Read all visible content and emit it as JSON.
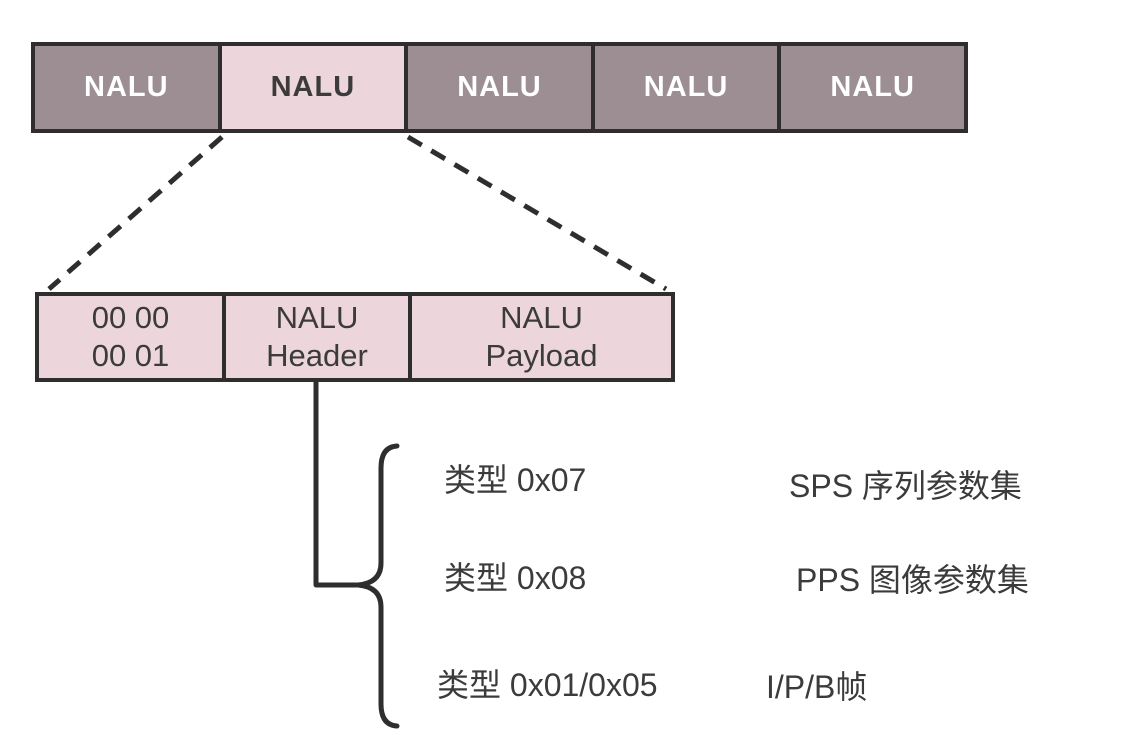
{
  "stream": {
    "units": [
      {
        "label": "NALU",
        "highlighted": false
      },
      {
        "label": "NALU",
        "highlighted": true
      },
      {
        "label": "NALU",
        "highlighted": false
      },
      {
        "label": "NALU",
        "highlighted": false
      },
      {
        "label": "NALU",
        "highlighted": false
      }
    ]
  },
  "nalu_structure": {
    "cells": [
      {
        "line1": "00 00",
        "line2": "00 01"
      },
      {
        "line1": "NALU",
        "line2": "Header"
      },
      {
        "line1": "NALU",
        "line2": "Payload"
      }
    ]
  },
  "types": [
    {
      "label": "类型 0x07",
      "meaning": "SPS 序列参数集"
    },
    {
      "label": "类型 0x08",
      "meaning": "PPS 图像参数集"
    },
    {
      "label": "类型 0x01/0x05",
      "meaning": "I/P/B帧"
    }
  ],
  "colors": {
    "unit_fill": "#9c8e93",
    "highlight_fill": "#ecd6dc",
    "border": "#2e2e2e",
    "unit_text": "#ffffff",
    "dark_text": "#3b3b3b",
    "background": "#ffffff"
  }
}
